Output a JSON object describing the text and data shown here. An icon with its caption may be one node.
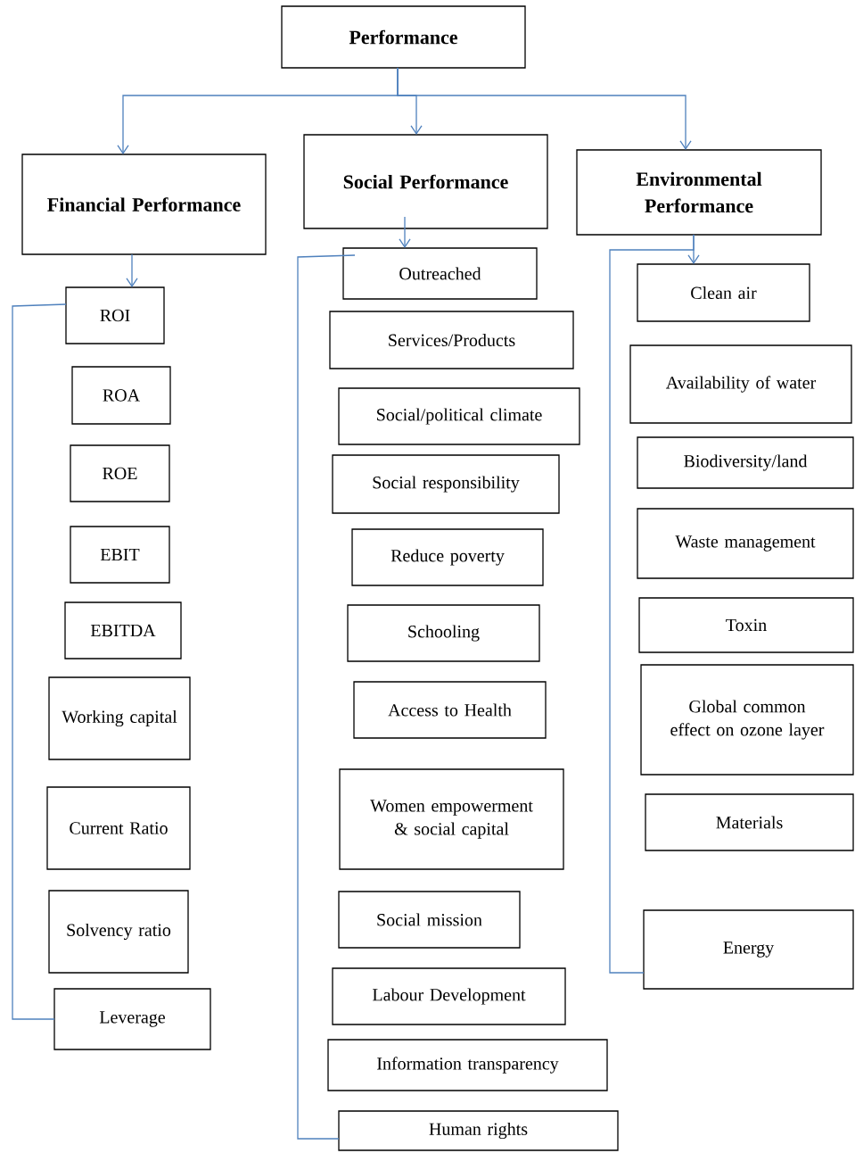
{
  "diagram": {
    "nodes": [
      {
        "text": [
          "Performance"
        ]
      },
      {
        "text": [
          "Financial Performance"
        ]
      },
      {
        "text": [
          "Social Performance"
        ]
      },
      {
        "text": [
          "Environmental Performance"
        ]
      },
      {
        "text": [
          "ROI"
        ]
      },
      {
        "text": [
          "ROA"
        ]
      },
      {
        "text": [
          "ROE"
        ]
      },
      {
        "text": [
          "EBIT"
        ]
      },
      {
        "text": [
          "EBITDA"
        ]
      },
      {
        "text": [
          "Working capital"
        ]
      },
      {
        "text": [
          "Current Ratio"
        ]
      },
      {
        "text": [
          "Solvency ratio"
        ]
      },
      {
        "text": [
          "Leverage"
        ]
      },
      {
        "text": [
          "Outreached"
        ]
      },
      {
        "text": [
          "Services/Products"
        ]
      },
      {
        "text": [
          "Social/political climate"
        ]
      },
      {
        "text": [
          "Social responsibility"
        ]
      },
      {
        "text": [
          "Reduce poverty"
        ]
      },
      {
        "text": [
          "Schooling"
        ]
      },
      {
        "text": [
          "Access to Health"
        ]
      },
      {
        "text": [
          "Women empowerment & social capital"
        ]
      },
      {
        "text": [
          "Social mission"
        ]
      },
      {
        "text": [
          "Labour Development"
        ]
      },
      {
        "text": [
          "Information transparency"
        ]
      },
      {
        "text": [
          "Human rights"
        ]
      },
      {
        "text": [
          "Clean air"
        ]
      },
      {
        "text": [
          "Availability of water"
        ]
      },
      {
        "text": [
          "Biodiversity/land"
        ]
      },
      {
        "text": [
          "Waste management"
        ]
      },
      {
        "text": [
          "Toxin"
        ]
      },
      {
        "text": [
          "Global common effect on ozone layer"
        ]
      },
      {
        "text": [
          "Materials"
        ]
      },
      {
        "text": [
          "Energy"
        ]
      }
    ],
    "edges": [
      {
        "from": 0,
        "to": 1,
        "arrow": "to"
      },
      {
        "from": 0,
        "to": 2,
        "arrow": "to"
      },
      {
        "from": 0,
        "to": 3,
        "arrow": "to"
      },
      {
        "from": 1,
        "to": 4,
        "arrow": "to"
      },
      {
        "from": 2,
        "to": 13,
        "arrow": "to"
      },
      {
        "from": 3,
        "to": 25,
        "arrow": "to"
      },
      {
        "from": 4,
        "to": 12,
        "arrow": "none"
      },
      {
        "from": 13,
        "to": 24,
        "arrow": "none"
      },
      {
        "from": 3,
        "to": 32,
        "arrow": "none"
      }
    ]
  }
}
